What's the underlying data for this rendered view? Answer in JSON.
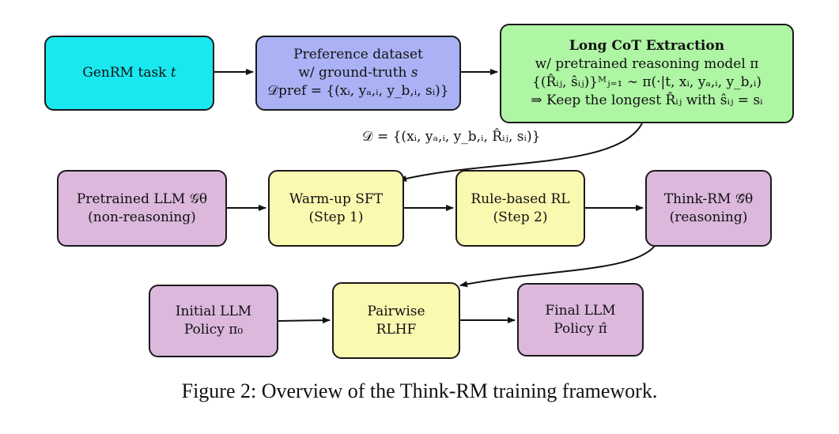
{
  "boxes": {
    "genrm": {
      "lines": [
        "GenRM task 𝑡"
      ]
    },
    "pref": {
      "lines": [
        "Preference dataset",
        "w/ ground-truth 𝑠",
        "𝒟pref = {(xᵢ, yₐ,ᵢ, y_b,ᵢ, sᵢ)}"
      ]
    },
    "cot": {
      "title": "Long CoT Extraction",
      "lines": [
        "w/ pretrained reasoning model π",
        "{(R̂ᵢⱼ, ŝᵢⱼ)}ᴹⱼ₌₁ ∼ π(·|t, xᵢ, yₐ,ᵢ, y_b,ᵢ)",
        "⇒ Keep the longest R̂ᵢⱼ with ŝᵢⱼ = sᵢ"
      ]
    },
    "pretrained": {
      "lines": [
        "Pretrained LLM 𝒢θ",
        "(non-reasoning)"
      ]
    },
    "warmup": {
      "lines": [
        "Warm-up SFT",
        "(Step 1)"
      ]
    },
    "rule": {
      "lines": [
        "Rule-based RL",
        "(Step 2)"
      ]
    },
    "thinkrm": {
      "lines": [
        "Think-RM 𝒢̂θ",
        "(reasoning)"
      ]
    },
    "initial": {
      "lines": [
        "Initial LLM",
        "Policy π₀"
      ]
    },
    "pairwise": {
      "lines": [
        "Pairwise",
        "RLHF"
      ]
    },
    "final": {
      "lines": [
        "Final LLM",
        "Policy π̂"
      ]
    }
  },
  "dataset_label": "𝒟 = {(xᵢ, yₐ,ᵢ, y_b,ᵢ, R̂ᵢⱼ, sᵢ)}",
  "caption": "Figure 2: Overview of the Think-RM training framework."
}
